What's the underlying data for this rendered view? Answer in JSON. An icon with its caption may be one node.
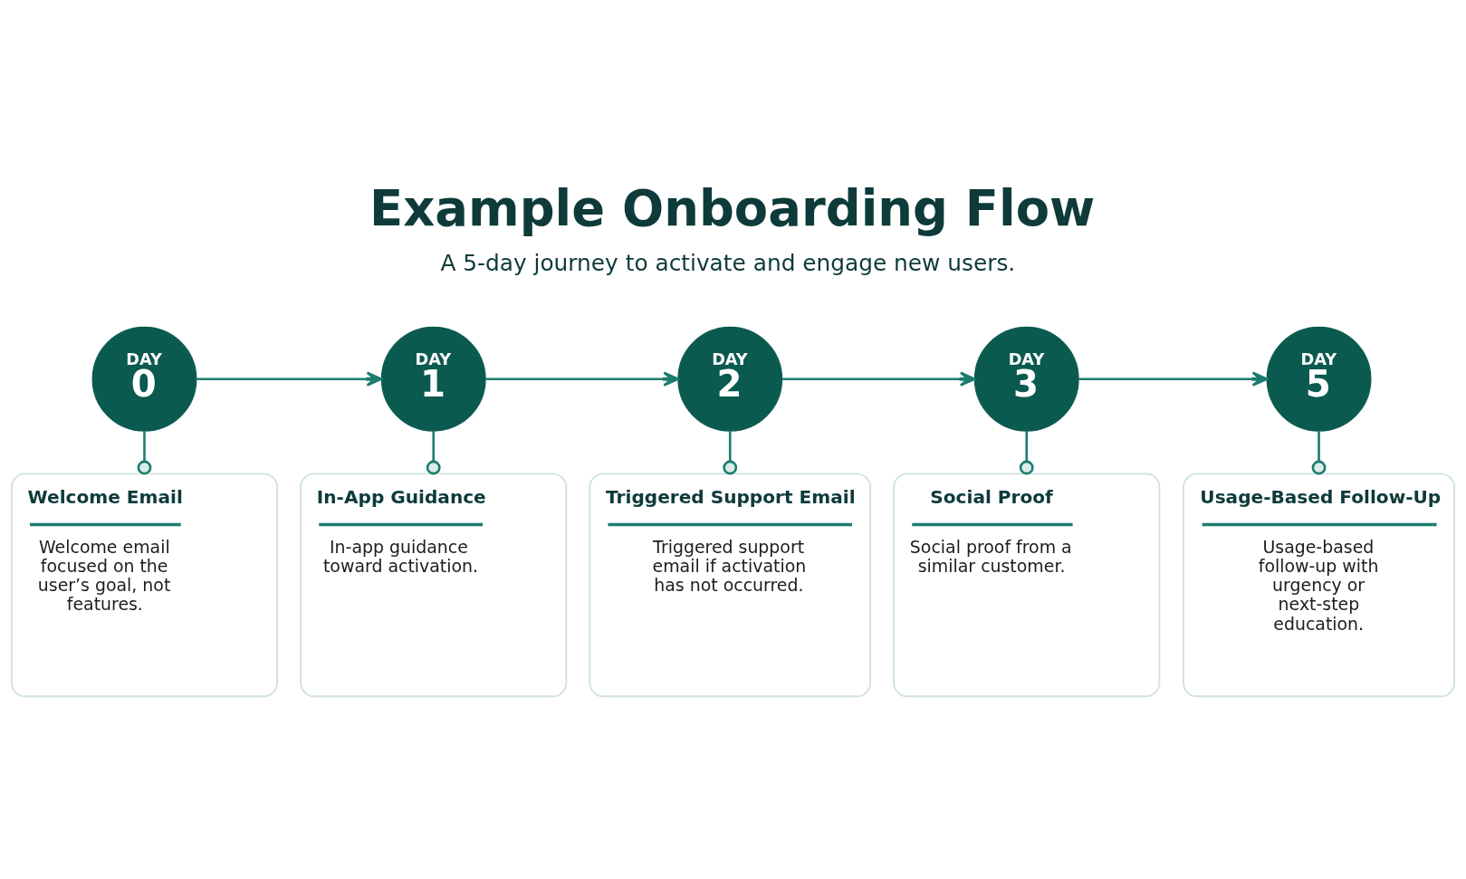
{
  "diagram": {
    "title": "Example Onboarding Flow",
    "nodes": [
      {
        "text": [
          "DAY",
          "0"
        ]
      },
      {
        "text": [
          "DAY",
          "1"
        ]
      },
      {
        "text": [
          "DAY",
          "2"
        ]
      },
      {
        "text": [
          "DAY",
          "3"
        ]
      },
      {
        "text": [
          "DAY",
          "5"
        ]
      },
      {
        "text": [
          "Welcome Email",
          "Welcome email focused on the user’s goal, not features."
        ]
      },
      {
        "text": [
          "In-App Guidance",
          "In-app guidance toward activation."
        ]
      },
      {
        "text": [
          "Triggered Support Email",
          "Triggered support email if activation has not occurred."
        ]
      },
      {
        "text": [
          "Social Proof",
          "Social proof from a similar customer."
        ]
      },
      {
        "text": [
          "Usage-Based Follow-Up",
          "Usage-based follow-up with urgency or next-step education."
        ]
      }
    ],
    "edges": [
      {
        "from": 0,
        "to": 1,
        "arrow": "to"
      },
      {
        "from": 1,
        "to": 2,
        "arrow": "to"
      },
      {
        "from": 2,
        "to": 3,
        "arrow": "to"
      },
      {
        "from": 3,
        "to": 4,
        "arrow": "to"
      },
      {
        "from": 0,
        "to": 5,
        "arrow": "other"
      },
      {
        "from": 1,
        "to": 6,
        "arrow": "other"
      },
      {
        "from": 2,
        "to": 7,
        "arrow": "other"
      },
      {
        "from": 3,
        "to": 8,
        "arrow": "other"
      },
      {
        "from": 4,
        "to": 9,
        "arrow": "other"
      }
    ],
    "labels": [
      "A 5-day journey to activate and engage new users."
    ]
  }
}
